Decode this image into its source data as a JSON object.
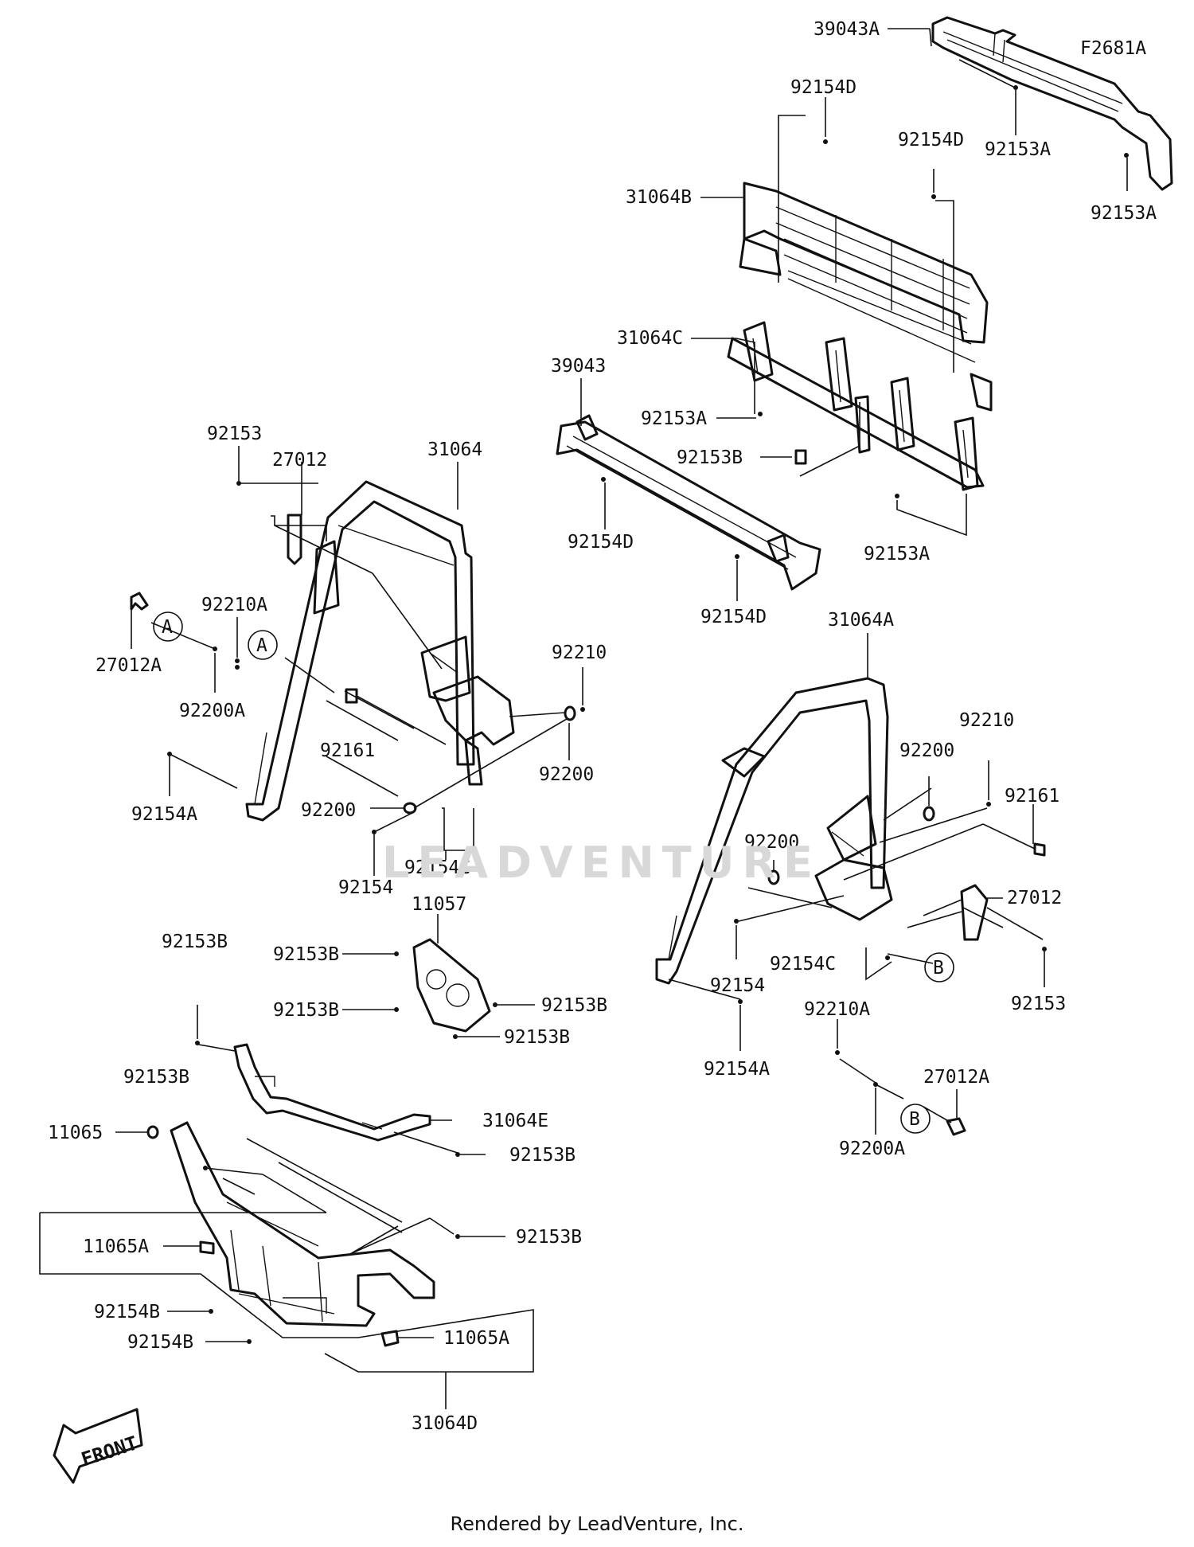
{
  "diagram": {
    "figure_id": "F2681A",
    "watermark": "LEADVENTURE",
    "front_label": "FRONT",
    "footer": "Rendered by LeadVenture, Inc.",
    "callouts": {
      "a_left_1": "A",
      "a_left_2": "A",
      "b_right_1": "B",
      "b_right_2": "B"
    },
    "labels": {
      "p39043A": "39043A",
      "p92154D_top": "92154D",
      "p92154D_mid": "92154D",
      "p92153A_top": "92153A",
      "p92153A_right": "92153A",
      "p31064B": "31064B",
      "p31064C": "31064C",
      "p39043": "39043",
      "p92153A_c": "92153A",
      "p92153B_c": "92153B",
      "p92154D_bar": "92154D",
      "p92153A_bot": "92153A",
      "p92154D_bar2": "92154D",
      "p92153_l": "92153",
      "p27012_l": "27012",
      "p31064": "31064",
      "p92210A_l": "92210A",
      "p27012A_l": "27012A",
      "p92200A_l": "92200A",
      "p92161_l": "92161",
      "p92210_l": "92210",
      "p92200_l1": "92200",
      "p92200_l2": "92200",
      "p92154A_l": "92154A",
      "p92154_l": "92154",
      "p92154C_l": "92154C",
      "p31064A": "31064A",
      "p92210_r": "92210",
      "p92200_r1": "92200",
      "p92161_r": "92161",
      "p92200_r2": "92200",
      "p27012_r": "27012",
      "p92154C_r": "92154C",
      "p92154_r": "92154",
      "p92153_r": "92153",
      "p92210A_r": "92210A",
      "p92154A_r": "92154A",
      "p27012A_r": "27012A",
      "p92200A_r": "92200A",
      "p11057": "11057",
      "p92153B_a": "92153B",
      "p92153B_b": "92153B",
      "p92153B_c2": "92153B",
      "p92153B_d": "92153B",
      "p92153B_e": "92153B",
      "p92153B_f": "92153B",
      "p31064E": "31064E",
      "p92153B_g": "92153B",
      "p11065": "11065",
      "p92153B_h": "92153B",
      "p11065A_l": "11065A",
      "p92154B_1": "92154B",
      "p92154B_2": "92154B",
      "p11065A_r": "11065A",
      "p31064D": "31064D"
    }
  }
}
